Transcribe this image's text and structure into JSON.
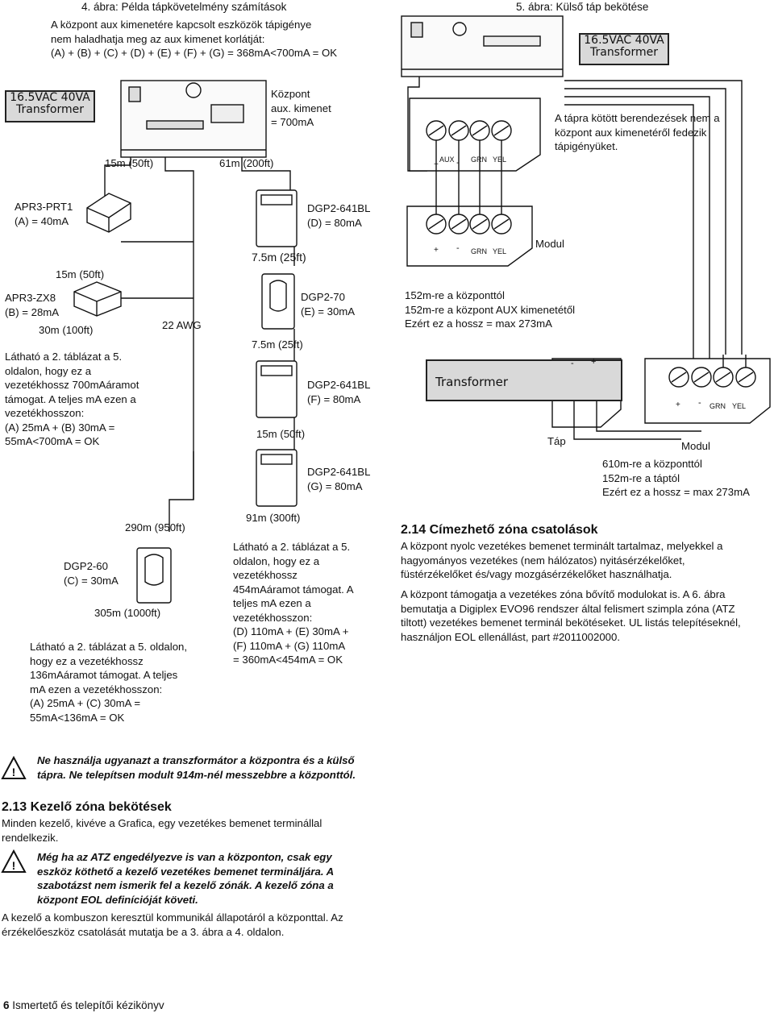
{
  "fig4": {
    "title": "4. ábra: Példa tápkövetelmény számítások",
    "intro": "A központ aux kimenetére kapcsolt eszközök tápigénye\nnem haladhatja meg az aux kimenet korlátját:\n(A) + (B) + (C) + (D) + (E) + (F) + (G) = 368mA<700mA = OK",
    "transformer": "16.5VAC 40VA\nTransformer",
    "panel_label": "Központ\naux. kimenet\n= 700mA",
    "len_15m": "15m (50ft)",
    "len_61m": "61m (200ft)",
    "prt1": "APR3-PRT1\n(A) = 40mA",
    "len_15m_b": "15m (50ft)",
    "zx8": "APR3-ZX8\n(B) = 28mA",
    "len_30m": "30m (100ft)",
    "awg": "22 AWG",
    "note_left": "Látható a 2. táblázat a 5.\noldalon, hogy ez a\nvezetékhossz 700mAáramot\ntámogat. A teljes mA ezen a\nvezetékhosszon:\n(A) 25mA + (B) 30mA =\n55mA<700mA = OK",
    "dgp_d": "DGP2-641BL\n(D) = 80mA",
    "len_7_5a": "7.5m (25ft)",
    "dgp_e": "DGP2-70\n(E) = 30mA",
    "len_7_5b": "7.5m (25ft)",
    "dgp_f": "DGP2-641BL\n(F) = 80mA",
    "len_15m_c": "15m (50ft)",
    "dgp_g": "DGP2-641BL\n(G) = 80mA",
    "len_91m": "91m (300ft)",
    "len_290m": "290m (950ft)",
    "dgp_c": "DGP2-60\n(C) = 30mA",
    "len_305m": "305m (1000ft)",
    "note_bottom_left": "Látható a 2. táblázat a 5. oldalon,\nhogy ez a vezetékhossz\n136mAáramot támogat. A teljes\nmA ezen a vezetékhosszon:\n(A) 25mA + (C) 30mA =\n55mA<136mA = OK",
    "note_bottom_mid": "Látható a 2. táblázat a 5.\noldalon, hogy ez a\nvezetékhossz\n454mAáramot támogat. A\nteljes mA ezen a\nvezetékhosszon:\n(D) 110mA + (E) 30mA +\n(F) 110mA + (G) 110mA\n= 360mA<454mA = OK"
  },
  "fig5": {
    "title": "5. ábra:  Külső táp bekötése",
    "transformer": "16.5VAC 40VA\nTransformer",
    "note_top": "A tápra kötött berendezések nem a\nközpont aux kimenetéről fedezik\ntápigényüket.",
    "terminal_aux": "AUX",
    "terminal_plus": "+",
    "terminal_minus": "-",
    "terminal_grn": "GRN",
    "terminal_yel": "YEL",
    "modul_label": "Modul",
    "note_mid": "152m-re a központtól\n152m-re a központ AUX kimenetétől\nEzért ez a hossz = max 273mA",
    "transformer2": "Transformer",
    "tap_label": "Táp",
    "modul_label2": "Modul",
    "note_low": "610m-re a központtól\n152m-re a táptól\nEzért ez a hossz = max 273mA"
  },
  "sec214": {
    "heading": "2.14 Címezhető zóna csatolások",
    "p1": "A központ nyolc vezetékes bemenet terminált tartalmaz, melyekkel a\nhagyományos vezetékes (nem hálózatos) nyitásérzékelőket,\nfüstérzékelőket és/vagy mozgásérzékelőket használhatja.",
    "p2": "A központ támogatja a vezetékes zóna bővítő modulokat is. A 6. ábra\nbemutatja a Digiplex EVO96 rendszer által felismert szimpla zóna (ATZ\ntiltott) vezetékes bemenet terminál bekötéseket. UL listás telepítéseknél,\nhasználjon EOL ellenállást, part #2011002000."
  },
  "warning1": "Ne használja ugyanazt a transzformátor a központra és a külső\ntápra. Ne telepítsen modult 914m-nél messzebbre a központtól.",
  "sec213": {
    "heading": "2.13 Kezelő zóna bekötések",
    "p1": "Minden kezelő, kivéve a Grafica, egy vezetékes bemenet terminállal\nrendelkezik.",
    "warning": "Még ha az ATZ engedélyezve is van a központon, csak egy\neszköz köthető a kezelő vezetékes bemenet termináljára. A\nszabotázst nem ismerik fel a kezelő zónák. A kezelő zóna a\nközpont EOL definícióját követi.",
    "p2": "A kezelő a kombuszon keresztül kommunikál állapotáról a központtal. Az\nérzékelőeszköz csatolását mutatja be a 3. ábra  a 4. oldalon."
  },
  "footer": {
    "page": "6",
    "title": "Ismertető és telepítői kézikönyv"
  },
  "icons": [
    "warning-icon",
    "keypad-icon",
    "motion-detector-icon",
    "relay-module-icon",
    "panel-board-icon",
    "terminal-block-icon"
  ]
}
